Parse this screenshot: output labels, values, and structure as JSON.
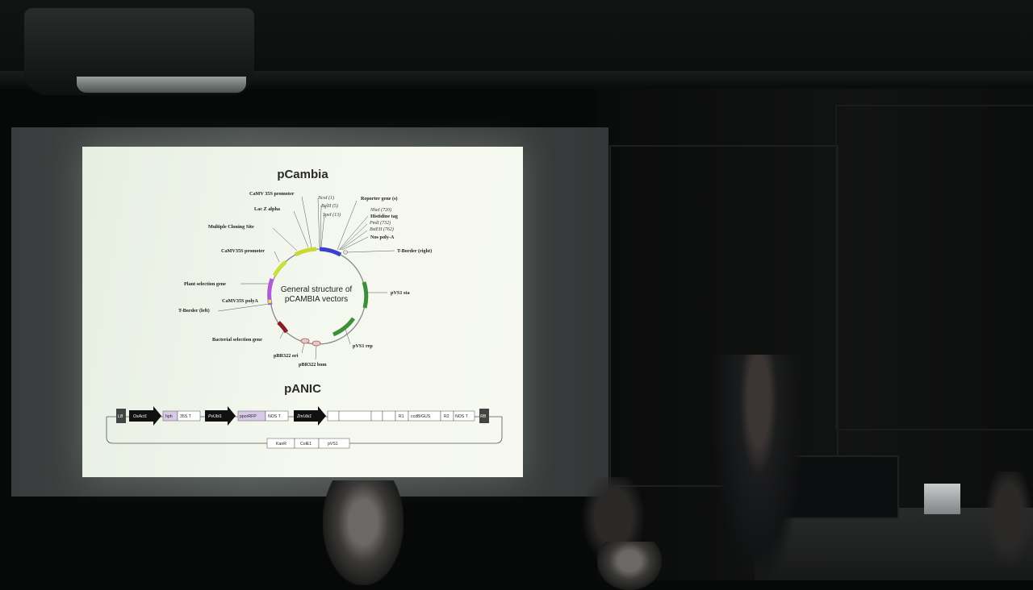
{
  "slide": {
    "title_pcambia": "pCambia",
    "title_panic": "pANIC",
    "plasmid_center": [
      "General structure of",
      "pCAMBIA vectors"
    ],
    "labels": {
      "camv35s_top": "CaMV 35S promoter",
      "lacz": "Lac Z alpha",
      "mcs": "Multiple Cloning Site",
      "camv35s_left": "CaMV35S promoter",
      "plant_sel": "Plant selection gene",
      "camv35s_polya": "CaMV35S polyA",
      "tborder_left": "T-Border (left)",
      "bact_sel": "Bacterial selection gene",
      "pbr322_ori": "pBR322 ori",
      "pbr322_bom": "pBR322 bom",
      "pvs1_rep": "pVS1 rep",
      "pvs1_sta": "pVS1 sta",
      "tborder_right": "T-Border (right)",
      "nos_polya": "Nos poly-A",
      "histidine": "Histidine tag",
      "reporter": "Reporter gene (s)",
      "ncoi": "NcoI (1)",
      "bglii": "BglII (5)",
      "spei": "SpeI (13)",
      "nhei": "NheI (720)",
      "pmli": "PmlI (732)",
      "bsteii": "BstEII (762)"
    },
    "panic": {
      "row1": [
        "LB",
        "OsAct1",
        "hph",
        "35S T",
        "PvUbi1",
        "pporRFP",
        "NOS T",
        "ZmUbi1",
        "R1",
        "ccdB/GUS",
        "R2",
        "NOS T",
        "RB"
      ],
      "row2": [
        "KanR",
        "ColE1",
        "pVS1"
      ]
    }
  }
}
